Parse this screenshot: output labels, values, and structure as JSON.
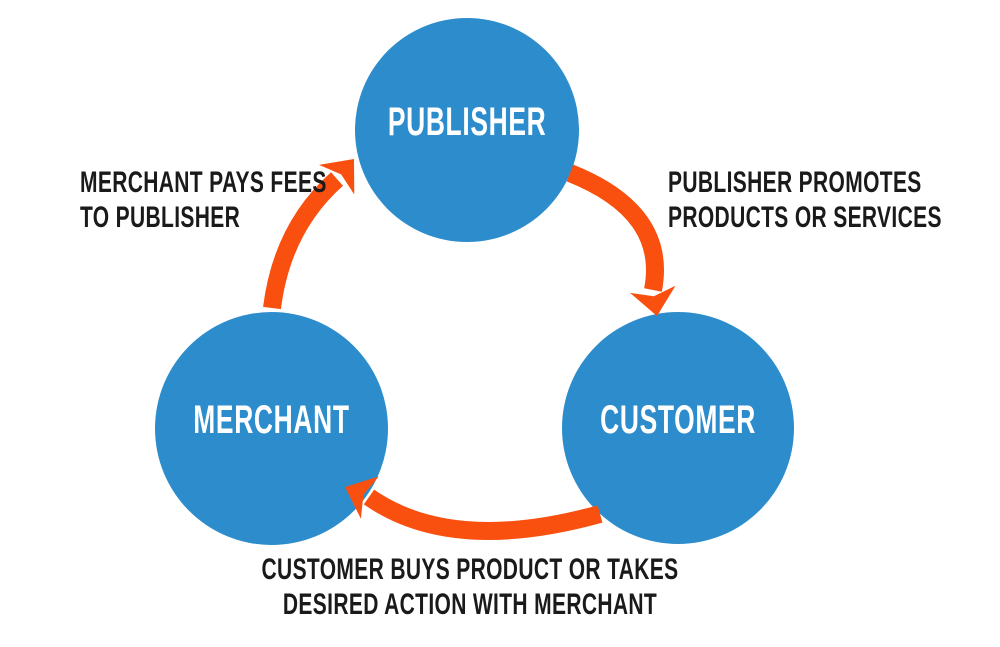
{
  "diagram": {
    "type": "cycle-diagram",
    "nodes": [
      {
        "id": "publisher",
        "label": "PUBLISHER"
      },
      {
        "id": "merchant",
        "label": "MERCHANT"
      },
      {
        "id": "customer",
        "label": "CUSTOMER"
      }
    ],
    "edges": [
      {
        "from": "merchant",
        "to": "publisher",
        "label_line1": "MERCHANT PAYS FEES",
        "label_line2": "TO PUBLISHER"
      },
      {
        "from": "publisher",
        "to": "customer",
        "label_line1": "PUBLISHER PROMOTES",
        "label_line2": "PRODUCTS OR SERVICES"
      },
      {
        "from": "customer",
        "to": "merchant",
        "label_line1": "CUSTOMER BUYS PRODUCT OR TAKES",
        "label_line2": "DESIRED ACTION WITH MERCHANT"
      }
    ],
    "colors": {
      "node_fill": "#2D8DCC",
      "arrow": "#F94F0F",
      "edge_label_text": "#1A1A1A",
      "node_label_text": "#FFFFFF",
      "background": "#FFFFFF"
    }
  }
}
